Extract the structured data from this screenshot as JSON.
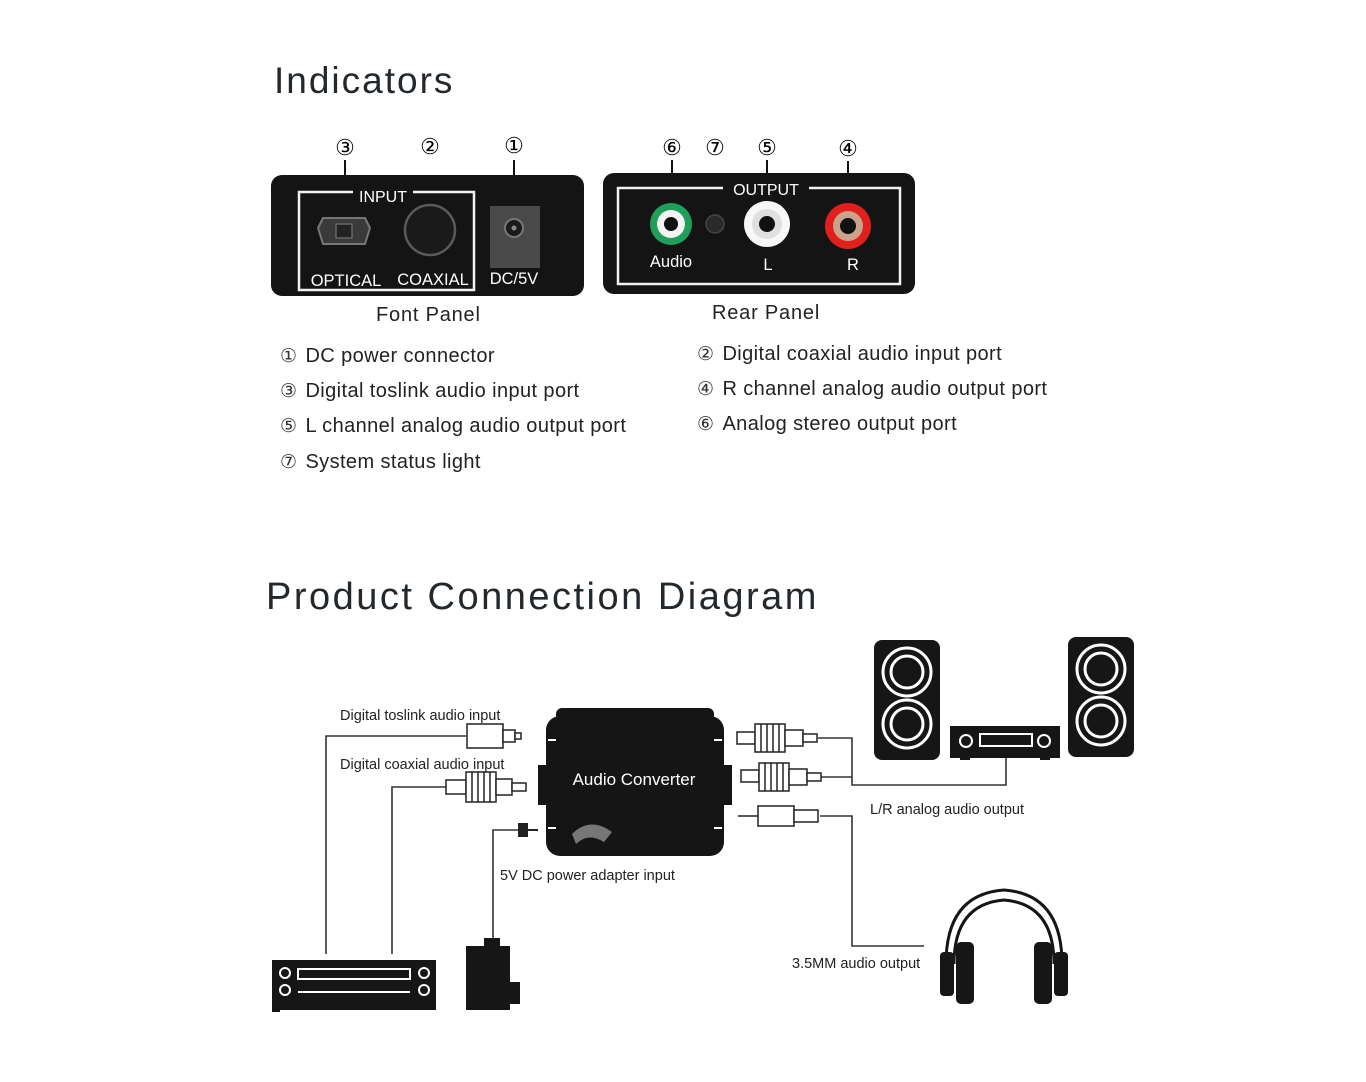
{
  "headings": {
    "indicators": "Indicators",
    "connection": "Product Connection Diagram"
  },
  "front_panel": {
    "caption": "Font Panel",
    "group_label": "INPUT",
    "labels": {
      "optical": "OPTICAL",
      "coaxial": "COAXIAL",
      "dc": "DC/5V"
    },
    "callouts": {
      "optical": "③",
      "coaxial": "②",
      "dc": "①"
    }
  },
  "rear_panel": {
    "caption": "Rear Panel",
    "group_label": "OUTPUT",
    "labels": {
      "audio": "Audio",
      "left": "L",
      "right": "R"
    },
    "callouts": {
      "audio": "⑥",
      "status": "⑦",
      "left": "⑤",
      "right": "④"
    },
    "colors": {
      "audio_ring": "#1fa05a",
      "left_ring": "#ffffff",
      "right_ring": "#e0201c",
      "panel": "#141414"
    }
  },
  "legend": [
    {
      "num": "①",
      "text": "DC power connector"
    },
    {
      "num": "②",
      "text": "Digital coaxial audio input port"
    },
    {
      "num": "③",
      "text": "Digital toslink audio input port"
    },
    {
      "num": "④",
      "text": "R channel analog audio output port"
    },
    {
      "num": "⑤",
      "text": "L channel analog audio output port"
    },
    {
      "num": "⑥",
      "text": "Analog stereo output port"
    },
    {
      "num": "⑦",
      "text": "System status light"
    }
  ],
  "diagram": {
    "device_label": "Audio Converter",
    "toslink_label": "Digital toslink audio input",
    "coaxial_label": "Digital coaxial audio input",
    "power_label": "5V DC power adapter input",
    "lr_label": "L/R analog audio output",
    "headphone_label": "3.5MM audio output",
    "icons": [
      "speaker-icon",
      "amplifier-icon",
      "dvd-player-icon",
      "power-adapter-icon",
      "headphones-icon",
      "rca-plug-icon",
      "toslink-plug-icon"
    ]
  }
}
